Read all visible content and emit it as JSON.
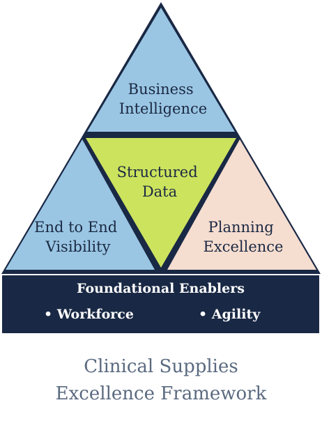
{
  "segments": {
    "top": "Business Intelligence",
    "center": "Structured Data",
    "left": "End to End Visibility",
    "right": "Planning Excellence"
  },
  "segment_lines": {
    "top": [
      "Business",
      "Intelligence"
    ],
    "center": [
      "Structured",
      "Data"
    ],
    "left": [
      "End to End",
      "Visibility"
    ],
    "right": [
      "Planning",
      "Excellence"
    ]
  },
  "foundation": {
    "title": "Foundational Enablers",
    "items": [
      "• Workforce",
      "• Agility"
    ]
  },
  "caption": {
    "line1": "Clinical Supplies",
    "line2": "Excellence Framework"
  },
  "colors": {
    "top_fill": "#9ac6e4",
    "center_fill": "#cce35e",
    "left_fill": "#9ac6e4",
    "right_fill": "#f5ddd0",
    "outline": "#192844",
    "base_fill": "#192844"
  }
}
